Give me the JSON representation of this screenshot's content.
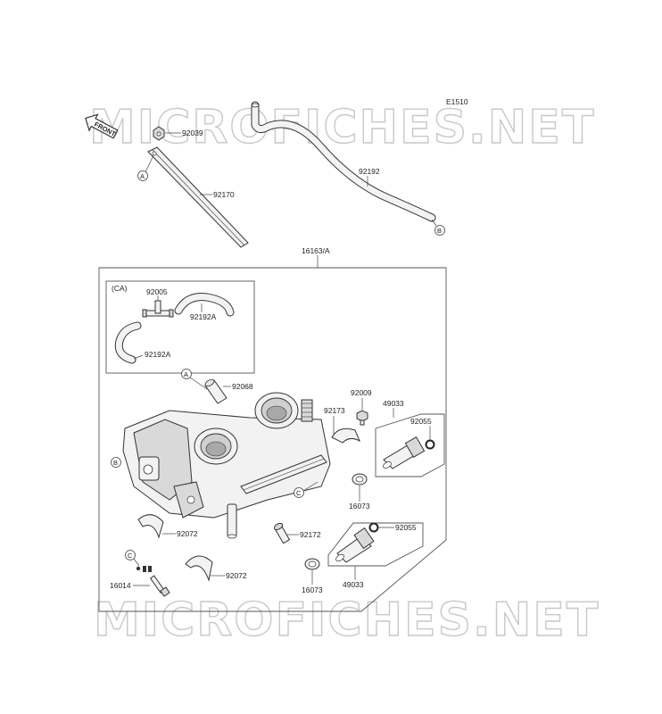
{
  "diagram_code": "E1510",
  "front_arrow_label": "FRONT",
  "watermark": "MICROFICHES.NET",
  "group_label": "(CA)",
  "assembly_number": "16163/A",
  "part_numbers": {
    "p92039": "92039",
    "p92170": "92170",
    "p92192": "92192",
    "p92005": "92005",
    "p92192A_top": "92192A",
    "p92192A_bottom": "92192A",
    "p92068": "92068",
    "p92009": "92009",
    "p92173": "92173",
    "p49033_top": "49033",
    "p92055_top": "92055",
    "p16073_right": "16073",
    "p92055_bottom": "92055",
    "p92072_left": "92072",
    "p92172": "92172",
    "p92072_right": "92072",
    "p16073_bottom": "16073",
    "p49033_bottom": "49033",
    "p16014": "16014"
  },
  "reference_markers": {
    "a1": "A",
    "a2": "A",
    "b1": "B",
    "b2": "B",
    "c1": "C",
    "c2": "C"
  }
}
